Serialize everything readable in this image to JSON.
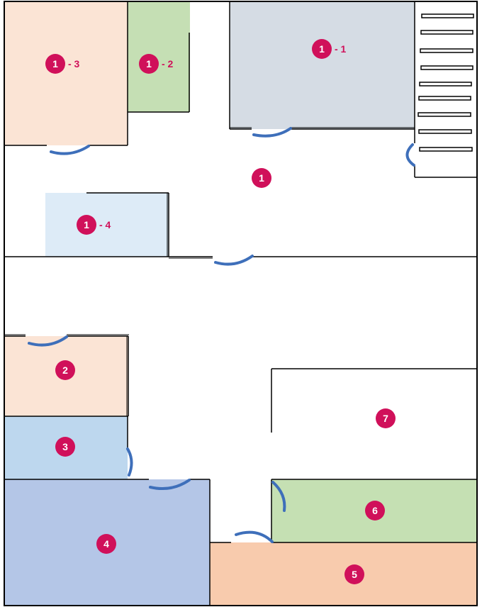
{
  "colors": {
    "badge": "#d0105a",
    "wall": "#000000",
    "door": "#3e6fba",
    "room_1_1": "#d5dce4",
    "room_1_2": "#c5dfb4",
    "room_1_3": "#fbe4d5",
    "room_1_4": "#ddebf7",
    "room_2": "#fbe4d5",
    "room_3": "#bdd7ee",
    "room_4": "#b4c6e7",
    "room_5": "#f8cbad",
    "room_6": "#c5e0b3"
  },
  "rooms": [
    {
      "id": "1",
      "number": "1",
      "suffix": ""
    },
    {
      "id": "1-1",
      "number": "1",
      "suffix": "- 1"
    },
    {
      "id": "1-2",
      "number": "1",
      "suffix": "- 2"
    },
    {
      "id": "1-3",
      "number": "1",
      "suffix": "- 3"
    },
    {
      "id": "1-4",
      "number": "1",
      "suffix": "- 4"
    },
    {
      "id": "2",
      "number": "2",
      "suffix": ""
    },
    {
      "id": "3",
      "number": "3",
      "suffix": ""
    },
    {
      "id": "4",
      "number": "4",
      "suffix": ""
    },
    {
      "id": "5",
      "number": "5",
      "suffix": ""
    },
    {
      "id": "6",
      "number": "6",
      "suffix": ""
    },
    {
      "id": "7",
      "number": "7",
      "suffix": ""
    }
  ]
}
